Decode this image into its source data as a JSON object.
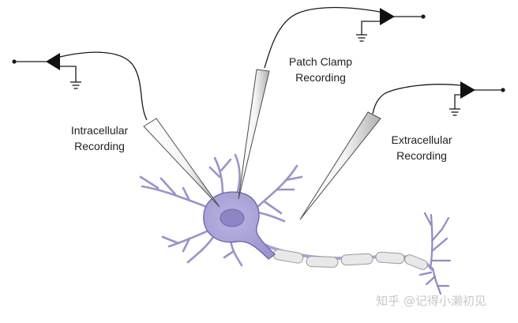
{
  "labels": {
    "intracellular_line1": "Intracellular",
    "intracellular_line2": "Recording",
    "patch_line1": "Patch Clamp",
    "patch_line2": "Recording",
    "extracellular_line1": "Extracellular",
    "extracellular_line2": "Recording"
  },
  "watermark": "知乎 @记得小濑初见",
  "colors": {
    "neuron_fill": "#a7a3d6",
    "neuron_stroke": "#6e68ad",
    "nucleus": "#8c86c6",
    "myelin": "#e6e6e6",
    "electrode_light": "#ffffff",
    "electrode_dark": "#b5b5b5",
    "wire": "#1a1a1a"
  }
}
